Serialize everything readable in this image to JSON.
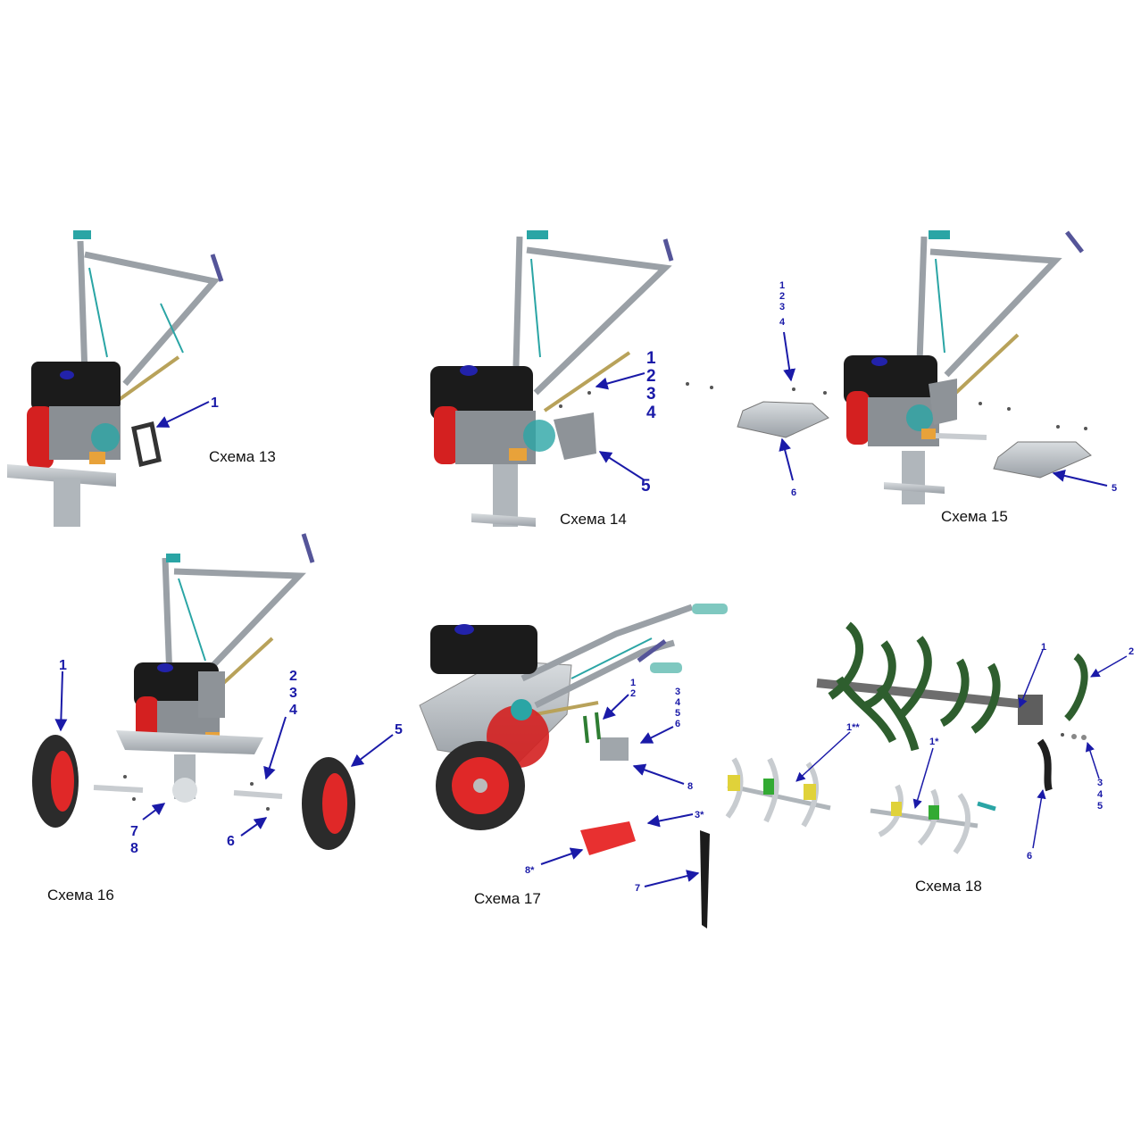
{
  "captions": {
    "s13": "Схема 13",
    "s14": "Схема 14",
    "s15": "Схема 15",
    "s16": "Схема 16",
    "s17": "Схема 17",
    "s18": "Схема 18"
  },
  "callouts": {
    "s13": [
      "1"
    ],
    "s14": [
      "1",
      "2",
      "3",
      "4",
      "5"
    ],
    "s15": [
      "1",
      "2",
      "3",
      "4",
      "6",
      "5"
    ],
    "s16": [
      "1",
      "2",
      "3",
      "4",
      "5",
      "7",
      "8",
      "6"
    ],
    "s17": [
      "1",
      "2",
      "3",
      "4",
      "5",
      "6",
      "8",
      "3*",
      "8*",
      "7"
    ],
    "s18": [
      "1",
      "2",
      "1**",
      "1*",
      "3",
      "4",
      "5",
      "6"
    ]
  },
  "colors": {
    "callout": "#1a1aa8",
    "engine_red": "#d42020",
    "engine_black": "#1b1b1b",
    "frame_grey": "#9aa0a6",
    "accent_teal": "#2aa5a5",
    "tine_green": "#2e5e2e",
    "tine_yellow": "#e0d23a"
  }
}
